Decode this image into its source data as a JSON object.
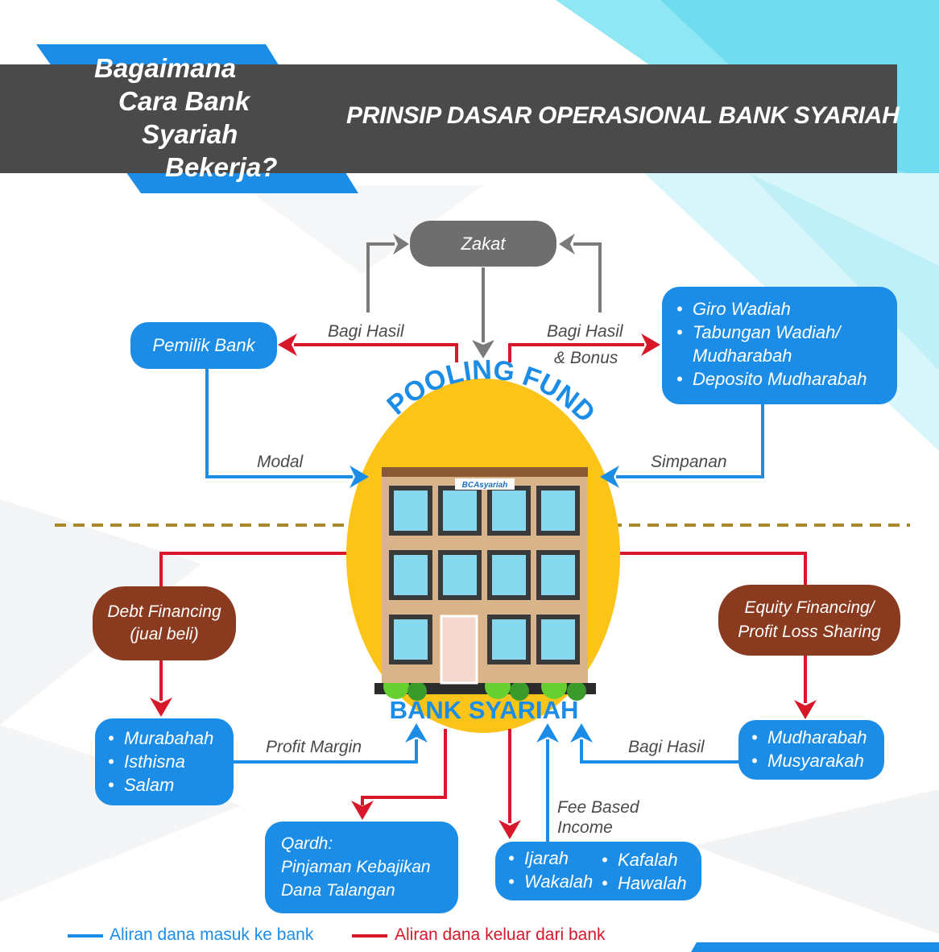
{
  "header": {
    "question_lines": [
      "Bagaimana",
      "Cara Bank",
      "Syariah",
      "Bekerja?"
    ],
    "title": "PRINSIP DASAR OPERASIONAL BANK SYARIAH"
  },
  "center": {
    "arc_label": "POOLING FUND",
    "bank_label": "BANK SYARIAH",
    "sign_label": "BCAsyariah"
  },
  "nodes": {
    "zakat": "Zakat",
    "pemilik_bank": "Pemilik Bank",
    "deposits": [
      "Giro Wadiah",
      "Tabungan Wadiah/",
      "Mudharabah",
      "Deposito Mudharabah"
    ],
    "debt_financing": [
      "Debt Financing",
      "(jual beli)"
    ],
    "equity_financing": [
      "Equity Financing/",
      "Profit Loss Sharing"
    ],
    "debt_products": [
      "Murabahah",
      "Isthisna",
      "Salam"
    ],
    "equity_products": [
      "Mudharabah",
      "Musyarakah"
    ],
    "qardh": [
      "Qardh:",
      "Pinjaman Kebajikan",
      "Dana Talangan"
    ],
    "fee_products_left": [
      "Ijarah",
      "Wakalah"
    ],
    "fee_products_right": [
      "Kafalah",
      "Hawalah"
    ]
  },
  "edge_labels": {
    "bagi_hasil_left": "Bagi Hasil",
    "bagi_hasil_bonus": [
      "Bagi Hasil",
      "& Bonus"
    ],
    "modal": "Modal",
    "simpanan": "Simpanan",
    "profit_margin": "Profit Margin",
    "bagi_hasil_bottom": "Bagi Hasil",
    "fee_based": [
      "Fee Based",
      "Income"
    ]
  },
  "legend": {
    "in_label": "Aliran dana masuk ke bank",
    "out_label": "Aliran dana keluar dari bank",
    "in_color": "#1b8de6",
    "out_color": "#d7182a"
  },
  "colors": {
    "blue": "#1b8de6",
    "red": "#d7182a",
    "gray": "#6e6e6e",
    "brown": "#8a3a1f",
    "yellow": "#fcc419",
    "header_dark": "#4a4a4a"
  }
}
